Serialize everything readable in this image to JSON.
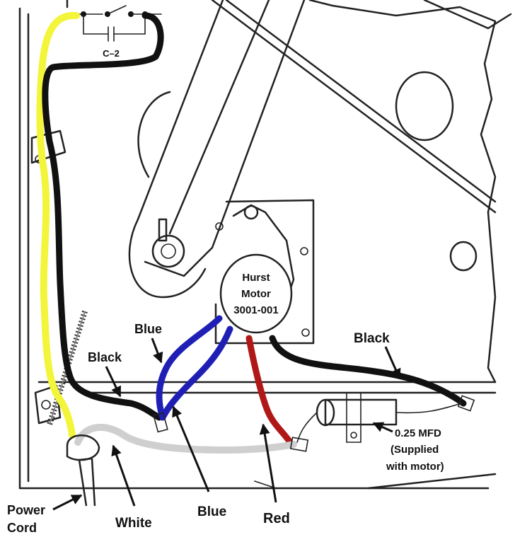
{
  "colors": {
    "yellow_wire": "#f2f53a",
    "black_wire": "#111111",
    "blue_wire": "#1f1fb5",
    "red_wire": "#b01818",
    "white_wire": "#cfcfcf",
    "line": "#222222"
  },
  "labels": {
    "capacitor_c2": "C–2",
    "motor_line1": "Hurst",
    "motor_line2": "Motor",
    "motor_line3": "3001-001",
    "blue_top": "Blue",
    "black_left": "Black",
    "black_right": "Black",
    "mfd_line1": "0.25 MFD",
    "mfd_line2": "(Supplied",
    "mfd_line3": "with motor)",
    "power_line1": "Power",
    "power_line2": "Cord",
    "white": "White",
    "blue_bottom": "Blue",
    "red": "Red"
  }
}
